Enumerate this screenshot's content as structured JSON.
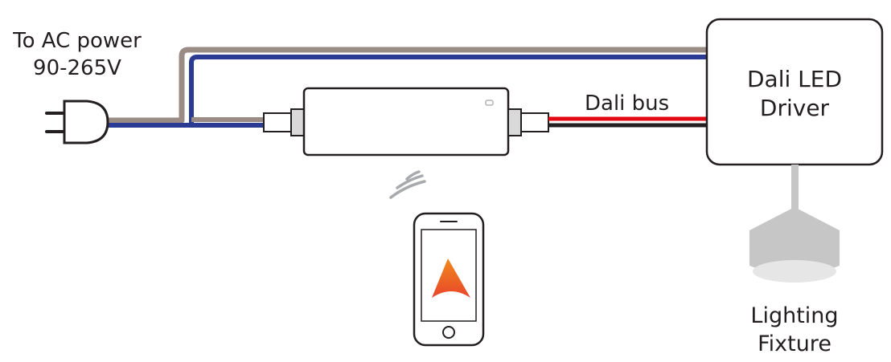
{
  "labels": {
    "ac_power_line1": "To AC power",
    "ac_power_line2": "90-265V",
    "dali_bus": "Dali bus",
    "driver_line1": "Dali LED",
    "driver_line2": "Driver",
    "fixture_line1": "Lighting",
    "fixture_line2": "Fixture"
  },
  "icons": {
    "plug": "ac-plug-icon",
    "controller": "dali-controller-icon",
    "wifi": "wireless-signal-icon",
    "phone": "smartphone-icon",
    "app": "app-logo-icon",
    "lamp": "pendant-lamp-icon"
  },
  "colors": {
    "outline": "#231f20",
    "live_wire": "#9a8c84",
    "neutral_wire": "#2b3a93",
    "dali_positive": "#e30613",
    "dali_negative": "#231f20",
    "lamp_grey": "#c6c6c6",
    "app_orange": "#f08a1c",
    "app_red": "#e8452b"
  }
}
